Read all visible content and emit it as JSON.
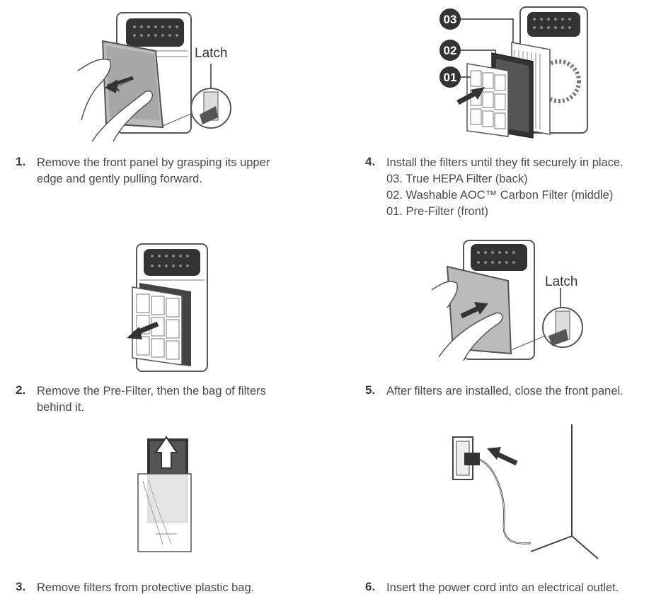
{
  "steps": [
    {
      "num": "1.",
      "lines": [
        "Remove the front panel by grasping its upper",
        "edge and gently pulling forward."
      ],
      "callout": "Latch"
    },
    {
      "num": "2.",
      "lines": [
        "Remove the Pre-Filter, then the bag of filters",
        "behind it."
      ]
    },
    {
      "num": "3.",
      "lines": [
        "Remove filters from protective plastic bag."
      ]
    },
    {
      "num": "4.",
      "lines": [
        "Install the filters until they fit securely in place.",
        "03. True HEPA Filter (back)",
        "02. Washable AOC™ Carbon Filter (middle)",
        "01. Pre-Filter (front)"
      ],
      "badges": [
        "03",
        "02",
        "01"
      ]
    },
    {
      "num": "5.",
      "lines": [
        "After filters are installed, close the front panel."
      ],
      "callout": "Latch"
    },
    {
      "num": "6.",
      "lines": [
        "Insert the power cord into an electrical outlet."
      ]
    }
  ]
}
